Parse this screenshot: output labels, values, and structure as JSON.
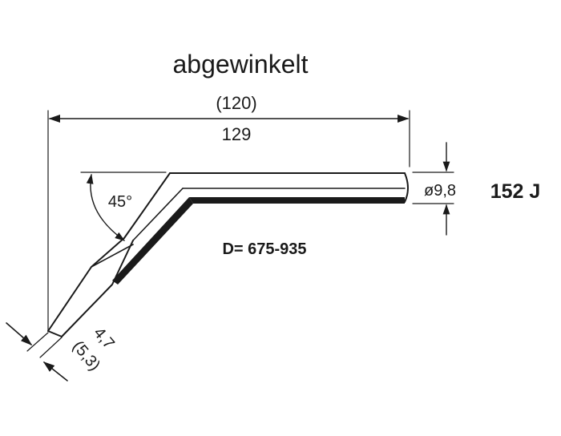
{
  "title": "abgewinkelt",
  "length_reference": "(120)",
  "length": "129",
  "angle": "45°",
  "diameter": "ø9,8",
  "model": "152 J",
  "part_range": "D= 675-935",
  "tip_width": "4,7",
  "tip_width_reference": "(5,3)",
  "colors": {
    "ink": "#1a1a1a",
    "background": "#ffffff"
  }
}
